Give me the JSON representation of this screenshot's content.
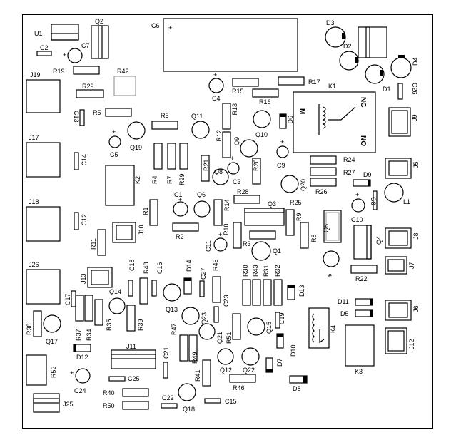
{
  "board": {
    "labels": {
      "U1": "U1",
      "Q2": "Q2",
      "C6": "C6",
      "D3": "D3",
      "D2": "D2",
      "D4": "D4",
      "D1": "D1",
      "C26": "C26",
      "C2": "C2",
      "C7": "C7",
      "R19": "R19",
      "R42": "R42",
      "J19": "J19",
      "R29": "R29",
      "C4": "C4",
      "R15": "R15",
      "R16": "R16",
      "R17": "R17",
      "K1": "K1",
      "C13": "C13",
      "R5": "R5",
      "R6": "R6",
      "Q11": "Q11",
      "R13": "R13",
      "R12": "R12",
      "Q10": "Q10",
      "D6": "D6",
      "J9": "J9",
      "J17": "J17",
      "C5": "C5",
      "Q19": "Q19",
      "Q9": "Q9",
      "C14": "C14",
      "K2": "K2",
      "R4": "R4",
      "R7": "R7",
      "R29b": "R29",
      "R21": "R21",
      "Q8": "Q8",
      "C3": "C3",
      "R20": "R20",
      "C9": "C9",
      "R24": "R24",
      "R27": "R27",
      "D9": "D9",
      "J5": "J5",
      "Q20": "Q20",
      "R26": "R26",
      "L1": "L1",
      "C8": "C8",
      "R28": "R28",
      "C1": "C1",
      "Q6": "Q6",
      "Q3": "Q3",
      "R25": "R25",
      "J18": "J18",
      "R1": "R1",
      "R14": "R14",
      "R9": "R9",
      "Q5": "Q5",
      "C10": "C10",
      "C12": "C12",
      "J10": "J10",
      "R2": "R2",
      "R10": "R10",
      "R8": "R8",
      "Q4": "Q4",
      "J8": "J8",
      "R11": "R11",
      "C11": "C11",
      "R3": "R3",
      "Q1": "Q1",
      "J26": "J26",
      "C18": "C18",
      "R48": "R48",
      "C16": "C16",
      "D14": "D14",
      "R45": "R45",
      "R30": "R30",
      "R43": "R43",
      "R31": "R31",
      "R32": "R32",
      "J7": "J7",
      "J13": "J13",
      "R22": "R22",
      "C27": "C27",
      "D13": "D13",
      "Q14": "Q14",
      "C17": "C17",
      "Q13": "Q13",
      "C23": "C23",
      "D11": "D11",
      "D5": "D5",
      "J6": "J6",
      "R38": "R38",
      "R37": "R37",
      "R34": "R34",
      "R35": "R35",
      "R39": "R39",
      "Q23": "Q23",
      "R47": "R47",
      "C19": "C19",
      "Q15": "Q15",
      "Q17": "Q17",
      "K4": "K4",
      "J12": "J12",
      "D12": "D12",
      "J11": "J11",
      "Q21": "Q21",
      "R51": "R51",
      "D10": "D10",
      "C21": "C21",
      "R49": "R49",
      "R52": "R52",
      "C25": "C25",
      "R41": "R41",
      "Q12": "Q12",
      "Q22": "Q22",
      "D7": "D7",
      "K3": "K3",
      "C24": "C24",
      "R40": "R40",
      "R46": "R46",
      "D8": "D8",
      "C22": "C22",
      "R50": "R50",
      "C15": "C15",
      "Q18": "Q18",
      "J25": "J25",
      "NC": "NC",
      "NO": "NO",
      "M": "M",
      "q20pin": "e"
    }
  }
}
